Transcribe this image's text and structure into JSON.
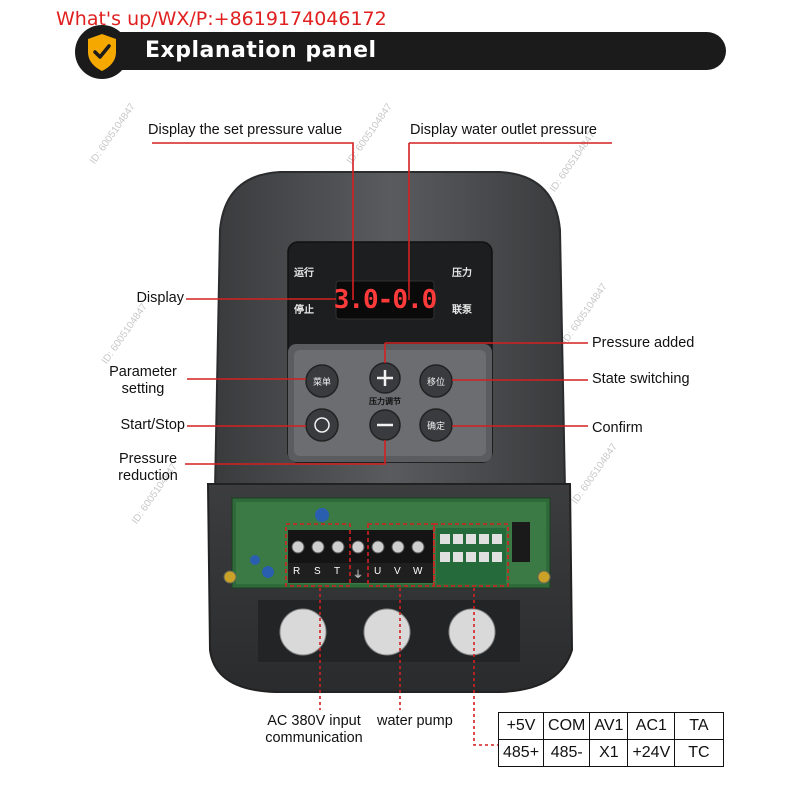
{
  "watermark": "What's up/WX/P:+8619174046172",
  "banner": {
    "title": "Explanation panel",
    "badge_icon": "checkmark-shield-icon"
  },
  "id_marks": [
    "ID: 6005104847",
    "ID: 6005104847",
    "ID: 6005104847",
    "ID: 6005104847",
    "ID: 6005104847",
    "ID: 6005104847",
    "ID: 6005104847"
  ],
  "callouts": {
    "set_pressure": "Display the set pressure value",
    "outlet_pressure": "Display water outlet pressure",
    "display": "Display",
    "pressure_added": "Pressure added",
    "parameter_setting_1": "Parameter",
    "parameter_setting_2": "setting",
    "state_switching": "State switching",
    "start_stop": "Start/Stop",
    "confirm": "Confirm",
    "pressure_reduction_1": "Pressure",
    "pressure_reduction_2": "reduction",
    "ac_input_1": "AC 380V input",
    "ac_input_2": "communication",
    "water_pump": "water pump"
  },
  "device": {
    "lcd_left": "3.0",
    "lcd_right": "0.0",
    "lcd_sep": "-",
    "label_run": "运行",
    "label_stop": "停止",
    "label_pressure": "压力",
    "label_linked_pump": "联泵",
    "btn_menu": "菜单",
    "btn_shift": "移位",
    "btn_confirm": "确定",
    "label_pressure_adjust": "压力调节",
    "terminals": [
      "R",
      "S",
      "T",
      "⏚",
      "U",
      "V",
      "W"
    ]
  },
  "terminal_table": {
    "row1": [
      "+5V",
      "COM",
      "AV1",
      "AC1",
      "TA"
    ],
    "row2": [
      "485+",
      "485-",
      "X1",
      "+24V",
      "TC"
    ]
  },
  "colors": {
    "accent_red": "#d42020",
    "banner": "#1b1b1b",
    "badge_gold": "#f5a800",
    "housing": "#4a4b4d",
    "lcd": "#ff3a3a"
  }
}
